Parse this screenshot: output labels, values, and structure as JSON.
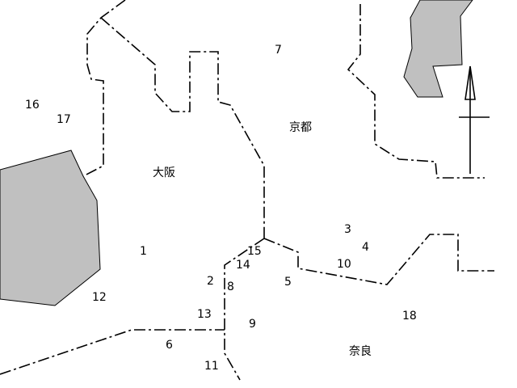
{
  "map": {
    "prefectures": [
      {
        "id": "osaka",
        "name": "大阪"
      },
      {
        "id": "kyoto",
        "name": "京都"
      },
      {
        "id": "nara",
        "name": "奈良"
      }
    ],
    "numbers": [
      "1",
      "2",
      "3",
      "4",
      "5",
      "6",
      "7",
      "8",
      "9",
      "10",
      "11",
      "12",
      "13",
      "14",
      "15",
      "16",
      "17",
      "18"
    ],
    "compass": "north-arrow",
    "colors": {
      "water": "#c0c0c0",
      "boundary": "#000000",
      "background": "#ffffff"
    }
  }
}
